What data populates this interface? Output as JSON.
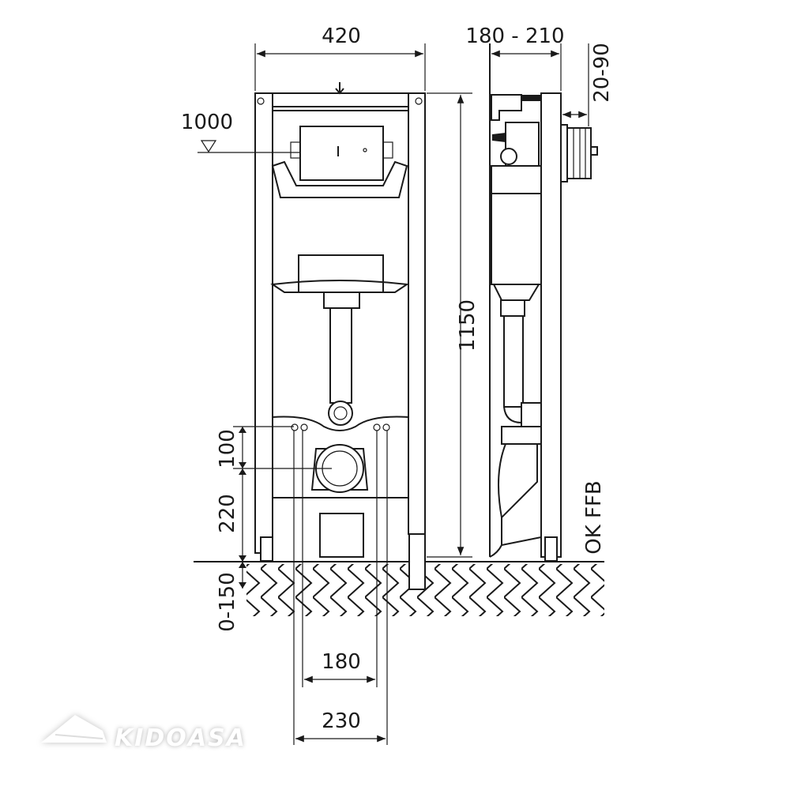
{
  "dimensions": {
    "frame_width": "420",
    "depth": "180 - 210",
    "wall_offset": "20-90",
    "actuator_height": "1000",
    "frame_height": "1150",
    "bolt_spacing_vertical": "100",
    "drain_height": "220",
    "foot_adjust": "0-150",
    "bolt_spacing_inner": "180",
    "bolt_spacing_outer": "230"
  },
  "labels": {
    "floor_level": "OK FFB"
  },
  "watermark": "KIDOASA"
}
